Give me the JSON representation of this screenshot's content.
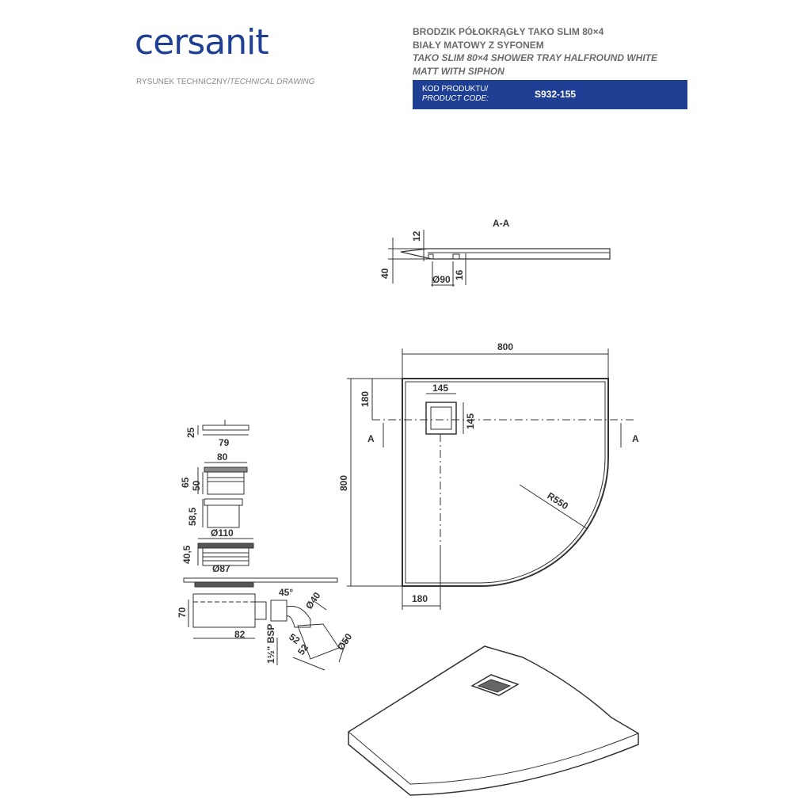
{
  "header": {
    "brand": "cersanit",
    "drawing_label_pl": "RYSUNEK TECHNICZNY/",
    "drawing_label_en": "TECHNICAL DRAWING",
    "title_pl_1": "BRODZIK PÓŁOKRĄGŁY TAKO SLIM 80×4",
    "title_pl_2": "BIAŁY MATOWY Z SYFONEM",
    "title_en_1": "TAKO SLIM 80×4 SHOWER TRAY HALFROUND WHITE",
    "title_en_2": "MATT WITH SIPHON",
    "code_label_pl": "KOD PRODUKTU/",
    "code_label_en": "PRODUCT CODE:",
    "code_value": "S932-155",
    "brand_color": "#1f3f94"
  },
  "section": {
    "title": "A-A",
    "dim_12": "12",
    "dim_40": "40",
    "dim_90": "Ø90",
    "dim_16": "16"
  },
  "plan": {
    "width": "800",
    "height": "800",
    "top_offset": "180",
    "drain_w": "145",
    "drain_h": "145",
    "bottom_offset": "180",
    "radius": "R550",
    "cut_left": "A",
    "cut_right": "A"
  },
  "siphon": {
    "d25": "25",
    "d79": "79",
    "d80": "80",
    "d65": "65",
    "d50": "50",
    "d58": "58,5",
    "d110": "Ø110",
    "d40_5": "40,5",
    "d87": "Ø87",
    "d70": "70",
    "d82": "82",
    "angle": "45°",
    "d40": "Ø40",
    "d52a": "52",
    "d52b": "52",
    "d50b": "Ø50",
    "bsp": "1½\" BSP"
  }
}
